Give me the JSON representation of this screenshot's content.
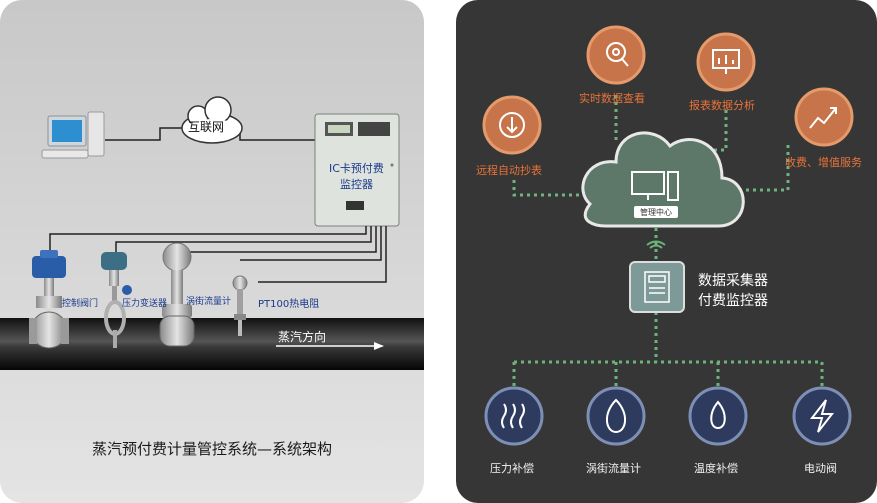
{
  "left": {
    "internet_label": "互联网",
    "controller_label_line1": "IC卡预付费",
    "controller_label_line2": "监控器",
    "devices": [
      "控制阀门",
      "压力变送器",
      "涡街流量计",
      "PT100热电阻"
    ],
    "flow_direction": "蒸汽方向",
    "caption": "蒸汽预付费计量管控系统—系统架构"
  },
  "right": {
    "services": [
      {
        "label": "远程自动抄表",
        "icon": "download-arrow-icon"
      },
      {
        "label": "实时数据查看",
        "icon": "eye-magnifier-icon"
      },
      {
        "label": "报表数据分析",
        "icon": "chart-board-icon"
      },
      {
        "label": "收费、增值服务",
        "icon": "trend-arrow-icon"
      }
    ],
    "cloud_label": "管理中心",
    "collector_line1": "数据采集器",
    "collector_line2": "付费监控器",
    "sensors": [
      {
        "label": "压力补偿",
        "icon": "pressure-waves-icon"
      },
      {
        "label": "涡街流量计",
        "icon": "flame-icon"
      },
      {
        "label": "温度补偿",
        "icon": "drop-flame-icon"
      },
      {
        "label": "电动阀",
        "icon": "lightning-icon"
      }
    ],
    "colors": {
      "accent_orange": "#c8744a",
      "sensor_blue": "#2e3a5e",
      "cloud_green": "#5d7868",
      "dot_green": "#6db37d"
    }
  }
}
